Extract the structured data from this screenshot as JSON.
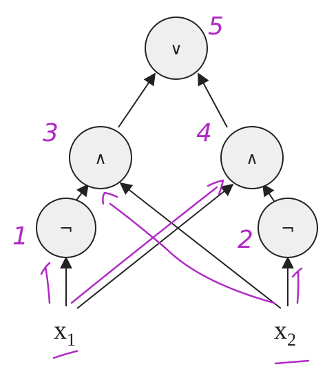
{
  "colors": {
    "node_fill": "#efefef",
    "node_stroke": "#222222",
    "edge": "#222222",
    "annotation": "#b02ac4"
  },
  "nodes": {
    "or_top": {
      "symbol": "∨",
      "order_mark": "5"
    },
    "and_left": {
      "symbol": "∧",
      "order_mark": "3"
    },
    "and_right": {
      "symbol": "∧",
      "order_mark": "4"
    },
    "not_left": {
      "symbol": "¬",
      "order_mark": "1"
    },
    "not_right": {
      "symbol": "¬",
      "order_mark": "2"
    }
  },
  "inputs": {
    "x1": {
      "base": "x",
      "sub": "1"
    },
    "x2": {
      "base": "x",
      "sub": "2"
    }
  }
}
